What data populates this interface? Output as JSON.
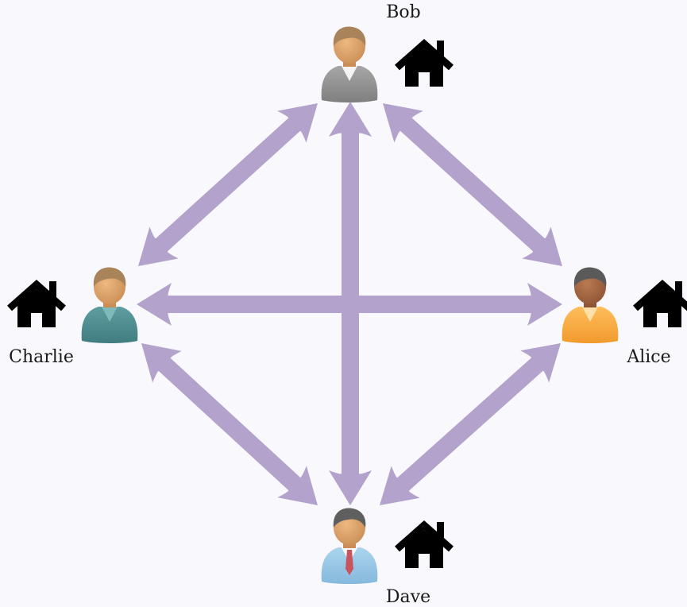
{
  "colors": {
    "background": "#f9f8fc",
    "arrow": "#b3a2cb",
    "house": "#000000"
  },
  "icon_names": {
    "person": "person-icon",
    "house": "house-icon",
    "arrow": "double-arrow"
  },
  "people": [
    {
      "id": "bob",
      "name": "Bob",
      "position": "top",
      "avatar": {
        "skin": "#ecb981",
        "skin_dark": "#c98d55",
        "hair": "#a9835a",
        "body": "#a7a7a7",
        "body_dark": "#7f7f7f",
        "collar": "#f4f4f4",
        "tie": null
      }
    },
    {
      "id": "charlie",
      "name": "Charlie",
      "position": "left",
      "avatar": {
        "skin": "#ecb981",
        "skin_dark": "#c98d55",
        "hair": "#a9835a",
        "body": "#5f9ea0",
        "body_dark": "#3f7d80",
        "collar": "#7fb9ba",
        "tie": null
      }
    },
    {
      "id": "alice",
      "name": "Alice",
      "position": "right",
      "avatar": {
        "skin": "#b97a52",
        "skin_dark": "#8e5435",
        "hair": "#5a5a5a",
        "body": "#ffbe5c",
        "body_dark": "#f09a2c",
        "collar": "#ffe0a8",
        "tie": null
      }
    },
    {
      "id": "dave",
      "name": "Dave",
      "position": "bottom",
      "avatar": {
        "skin": "#ecb981",
        "skin_dark": "#c98d55",
        "hair": "#5f5f5f",
        "body": "#aad4ee",
        "body_dark": "#86b9dd",
        "collar": "#ffffff",
        "tie": "#c8555e"
      }
    }
  ],
  "connections": [
    {
      "from": "bob",
      "to": "charlie"
    },
    {
      "from": "bob",
      "to": "alice"
    },
    {
      "from": "bob",
      "to": "dave"
    },
    {
      "from": "charlie",
      "to": "alice"
    },
    {
      "from": "charlie",
      "to": "dave"
    },
    {
      "from": "alice",
      "to": "dave"
    }
  ]
}
